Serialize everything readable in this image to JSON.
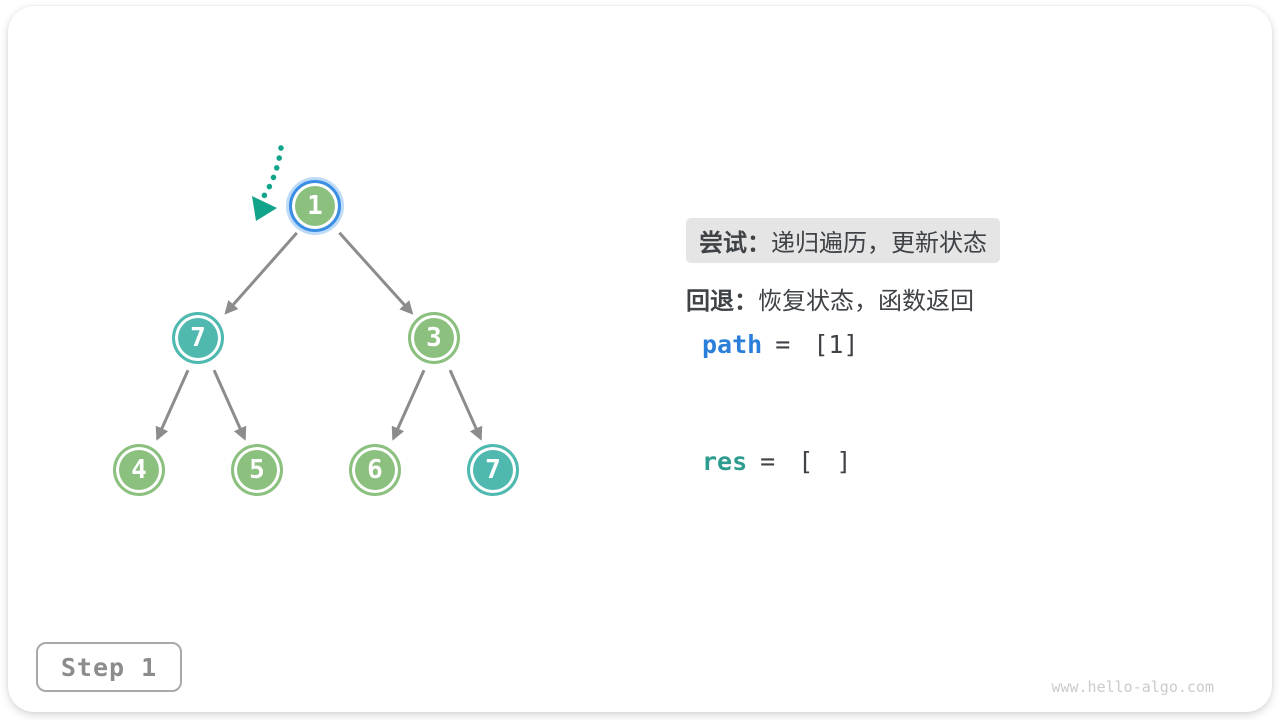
{
  "colors": {
    "node_green": "#8CC07F",
    "node_teal": "#4FB9B0",
    "current_ring_blue": "#3A8EE6",
    "current_halo_blue": "#BDDAF7",
    "edge_gray": "#8C8C8C",
    "pointer_teal": "#12A38B",
    "highlight_bg": "#E5E5E5",
    "text_dark": "#3F4347",
    "path_blue": "#2A7FDB",
    "res_teal": "#2E9B8F"
  },
  "tree": {
    "nodes": [
      {
        "value": "1",
        "variant": "green",
        "state": "current"
      },
      {
        "value": "7",
        "variant": "teal",
        "state": "normal"
      },
      {
        "value": "3",
        "variant": "green",
        "state": "normal"
      },
      {
        "value": "4",
        "variant": "green",
        "state": "normal"
      },
      {
        "value": "5",
        "variant": "green",
        "state": "normal"
      },
      {
        "value": "6",
        "variant": "green",
        "state": "normal"
      },
      {
        "value": "7",
        "variant": "teal",
        "state": "normal"
      }
    ],
    "edges": [
      {
        "from": "1",
        "to": "7"
      },
      {
        "from": "1",
        "to": "3"
      },
      {
        "from": "7",
        "to": "4"
      },
      {
        "from": "7",
        "to": "5"
      },
      {
        "from": "3",
        "to": "6"
      },
      {
        "from": "3",
        "to": "7"
      }
    ]
  },
  "legend": {
    "try": {
      "label": "尝试：",
      "text": "递归遍历，更新状态"
    },
    "back": {
      "label": "回退：",
      "text": "恢复状态，函数返回"
    },
    "path": {
      "var": "path",
      "value": "= [1]"
    },
    "res": {
      "var": "res",
      "value": "= [ ]"
    }
  },
  "step": {
    "label": "Step 1"
  },
  "watermark": "www.hello-algo.com"
}
